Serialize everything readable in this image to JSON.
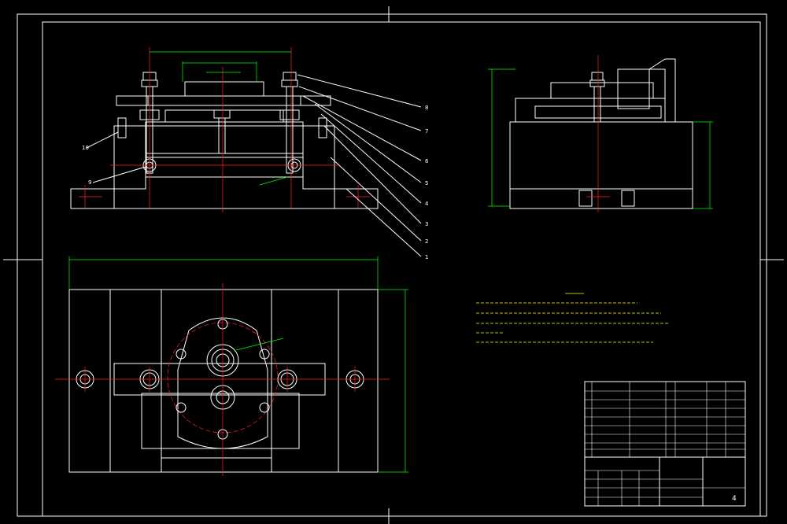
{
  "colors": {
    "background": "#000000",
    "outline": "#ffffff",
    "dimension": "#00ff00",
    "centerline": "#ff2020",
    "hatch": "#19e6e6",
    "notes": "#ffff00"
  },
  "sheet": {
    "title_block": {
      "sheet_number": "4"
    }
  },
  "balloons": [
    "8",
    "7",
    "6",
    "5",
    "4",
    "3",
    "2",
    "1"
  ],
  "balloon_left": "10",
  "balloon_left2": "9"
}
